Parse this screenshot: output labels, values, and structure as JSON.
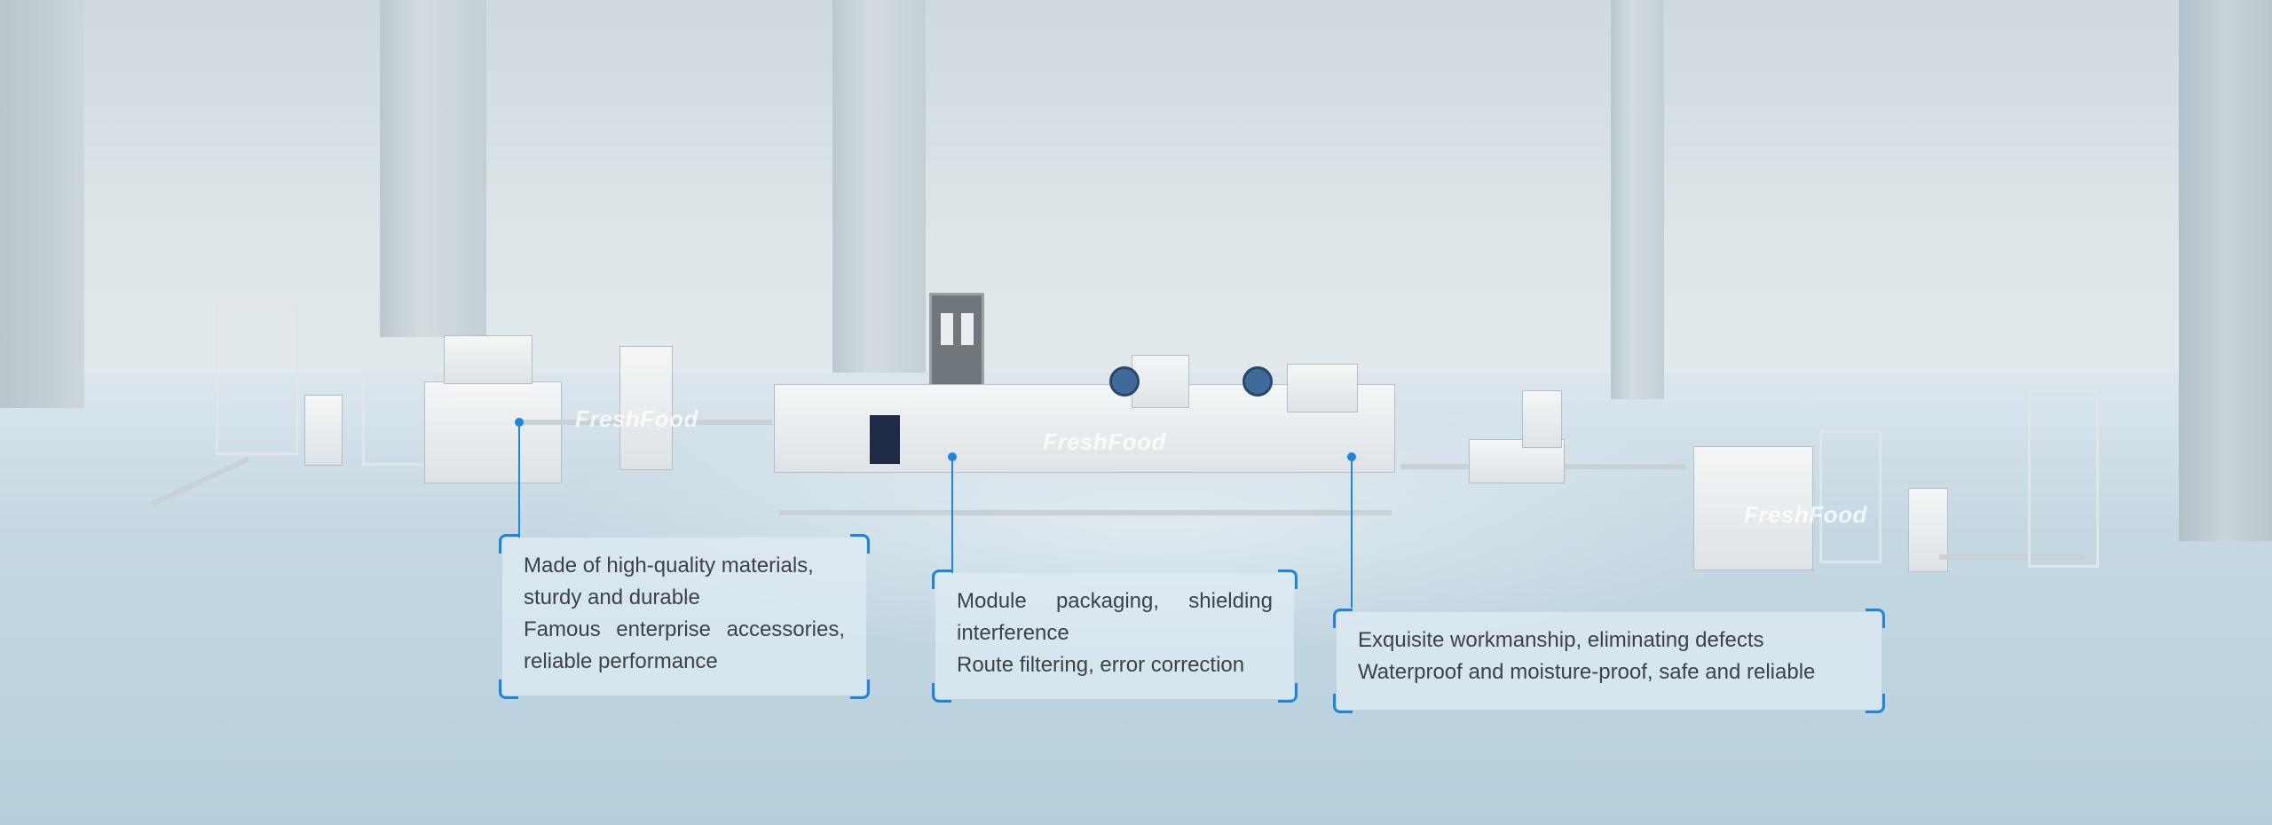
{
  "brand": {
    "watermark": "FreshFood",
    "accent_color": "#1e84e0"
  },
  "callouts": [
    {
      "lines": [
        "Made of high-quality materials,",
        "sturdy and durable",
        "Famous enterprise accessories,",
        "reliable performance"
      ]
    },
    {
      "lines": [
        "Module packaging, shielding",
        "interference",
        "Route filtering, error correction"
      ]
    },
    {
      "lines": [
        "Exquisite workmanship, eliminating defects",
        "Waterproof and moisture-proof, safe and reliable"
      ]
    }
  ]
}
